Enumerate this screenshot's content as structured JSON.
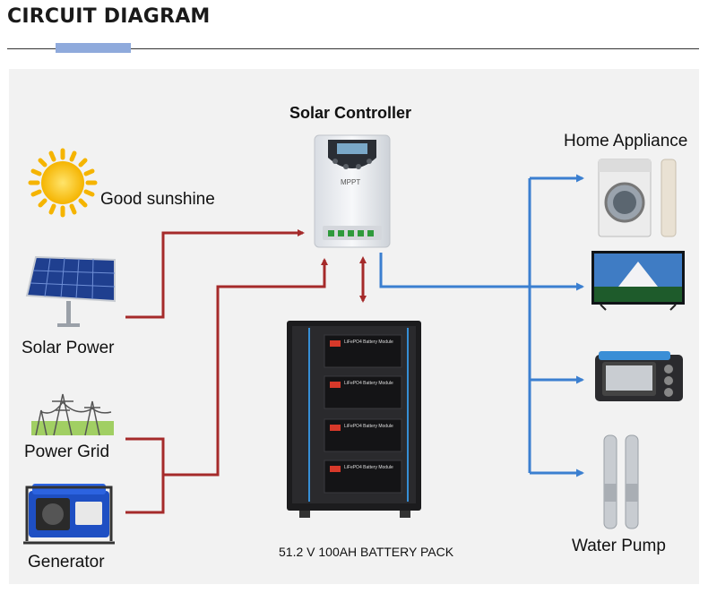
{
  "header": {
    "title": "CIRCUIT DIAGRAM"
  },
  "sources": {
    "sunshine_label": "Good sunshine",
    "solar_label": "Solar Power",
    "grid_label": "Power Grid",
    "generator_label": "Generator"
  },
  "controller": {
    "title": "Solar Controller",
    "brand": "MPPT"
  },
  "battery": {
    "caption": "51.2 V 100AH BATTERY PACK",
    "module_label": "LiFePO4 Battery Module"
  },
  "loads": {
    "home_label": "Home Appliance",
    "pump_label": "Water Pump"
  },
  "colors": {
    "supply_line": "#a52a2a",
    "output_line": "#3b7fd0",
    "panel_bg": "#f2f2f2",
    "accent_bar": "#8faadc"
  },
  "icons": [
    "sun-icon",
    "solar-panel-icon",
    "power-tower-icon",
    "generator-icon",
    "washing-machine-icon",
    "tv-icon",
    "oven-icon",
    "water-pump-icon"
  ]
}
